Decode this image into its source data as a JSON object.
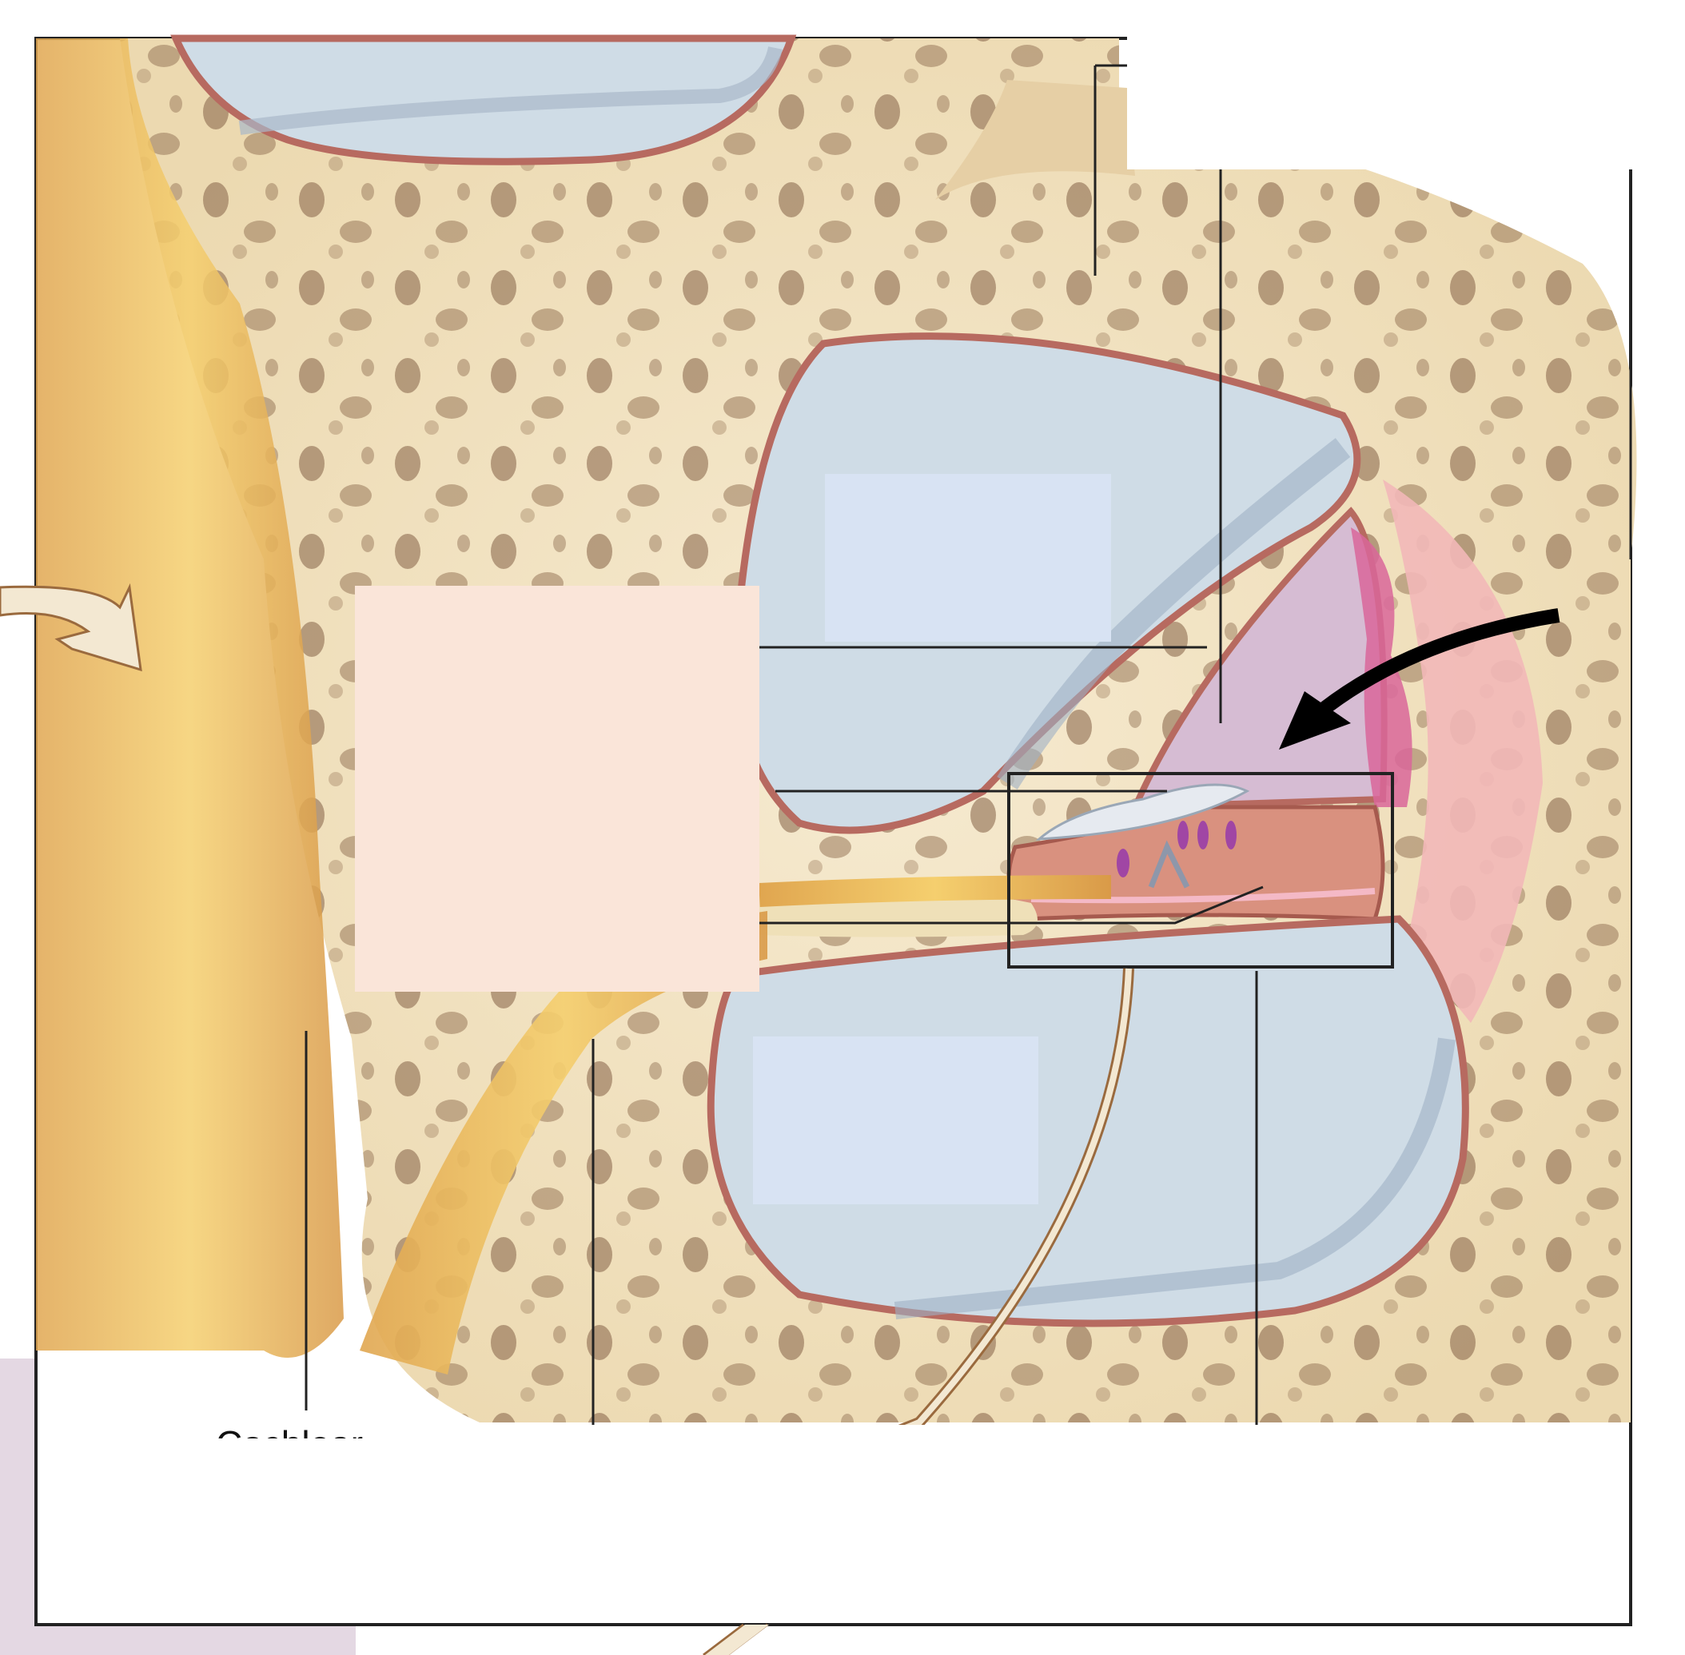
{
  "figure": {
    "subject": "Cross-section of the cochlea (cochlear duct, organ of Corti)",
    "frame_color": "#222222"
  },
  "labels": {
    "bottom_left_partial": "Cochlear"
  },
  "masked_label_boxes": [
    {
      "id": "top-right-box",
      "color": "#ffffff"
    },
    {
      "id": "left-center-box",
      "color": "#fae5d9"
    },
    {
      "id": "scala-vestibuli-box",
      "color": "#d8e3f3"
    },
    {
      "id": "scala-tympani-box",
      "color": "#d8e3f3"
    },
    {
      "id": "bottom-box",
      "color": "#ffffff"
    }
  ],
  "colors": {
    "bone": "#f3e4c0",
    "bone_pore": "#8a6a4e",
    "fluid": "#cfdce6",
    "epithelium": "#c9756a",
    "nerve": "#e8b85a",
    "cochlear_duct": "#d6bcd3",
    "stria": "#d9669a",
    "spiral_ligament": "#f2b8b8",
    "arrow": "#000000",
    "orientation_arrow_fill": "#f3e8d2",
    "orientation_arrow_stroke": "#9a6a3e",
    "side_panel": "#e4d8e3"
  }
}
